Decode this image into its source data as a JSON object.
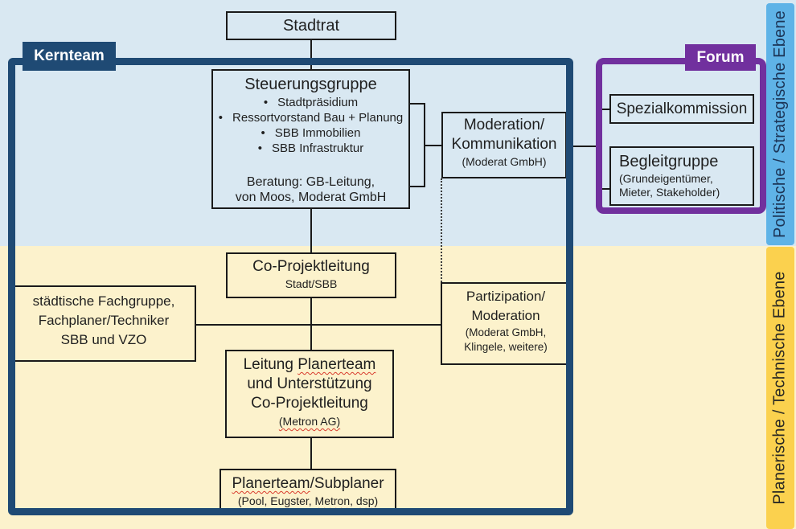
{
  "colors": {
    "bg_top": "#D9E8F2",
    "bg_bottom": "#FCF2CC",
    "band_top": "#5FB3E7",
    "band_bottom": "#FBD14E",
    "kernteam_accent": "#1F4A74",
    "forum_accent": "#71309E",
    "spellcheck_underline": "#d83b2d"
  },
  "bands": {
    "political": "Politische / Strategische Ebene",
    "technical": "Planerische / Technische Ebene"
  },
  "frames": {
    "kernteam_label": "Kernteam",
    "forum_label": "Forum"
  },
  "nodes": {
    "stadtrat": {
      "title": "Stadtrat"
    },
    "steuerungsgruppe": {
      "title": "Steuerungsgruppe",
      "bullet_char": "•",
      "bullets": [
        "Stadtpräsidium",
        "Ressortvorstand Bau + Planung",
        "SBB Immobilien",
        "SBB Infrastruktur"
      ],
      "note1": "Beratung: GB-Leitung,",
      "note2": "von Moos, Moderat GmbH"
    },
    "moderation": {
      "line1": "Moderation/",
      "line2": "Kommunikation",
      "sub": "(Moderat GmbH)"
    },
    "spezialkommission": {
      "title": "Spezialkommission"
    },
    "begleitgruppe": {
      "title": "Begleitgruppe",
      "sub1": "(Grundeigentümer,",
      "sub2": "Mieter, Stakeholder)"
    },
    "co_projektleitung": {
      "title": "Co-Projektleitung",
      "sub": "Stadt/SBB"
    },
    "fachgruppe": {
      "line1": "städtische Fachgruppe,",
      "line2": "Fachplaner/Techniker",
      "line3": "SBB und VZO"
    },
    "partizipation": {
      "line1": "Partizipation/",
      "line2": "Moderation",
      "sub1": "(Moderat GmbH,",
      "sub2": "Klingele, weitere)"
    },
    "leitung_planerteam": {
      "l1_pre": "Leitung ",
      "l1_wavy": "Planerteam",
      "l2": "und Unterstützung",
      "l3": "Co-Projektleitung",
      "sub_wavy": "(Metron AG)"
    },
    "planerteam": {
      "t_wavy": "Planerteam",
      "t_post": "/Subplaner",
      "s1": "(Pool, Eugster, ",
      "s_w1": "Metron",
      "s2": ", ",
      "s_w2": "dsp",
      "s3": ")"
    }
  }
}
